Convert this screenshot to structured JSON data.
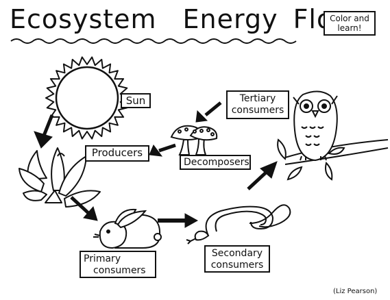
{
  "title": {
    "word1": "Ecosystem",
    "word2": "Energy",
    "word3": "Flow"
  },
  "badge": {
    "line1": "Color and",
    "line2": "learn!"
  },
  "labels": {
    "sun": "Sun",
    "producers": "Producers",
    "decomposers": "Decomposers",
    "tertiary_line1": "Tertiary",
    "tertiary_line2": "consumers",
    "primary_line1": "Primary",
    "primary_line2": "consumers",
    "secondary_line1": "Secondary",
    "secondary_line2": "consumers"
  },
  "credit": "(Liz Pearson)",
  "icons": [
    "sun-icon",
    "plant-icon",
    "mushroom-icon",
    "owl-icon",
    "rabbit-icon",
    "snake-icon",
    "arrow-icon"
  ]
}
